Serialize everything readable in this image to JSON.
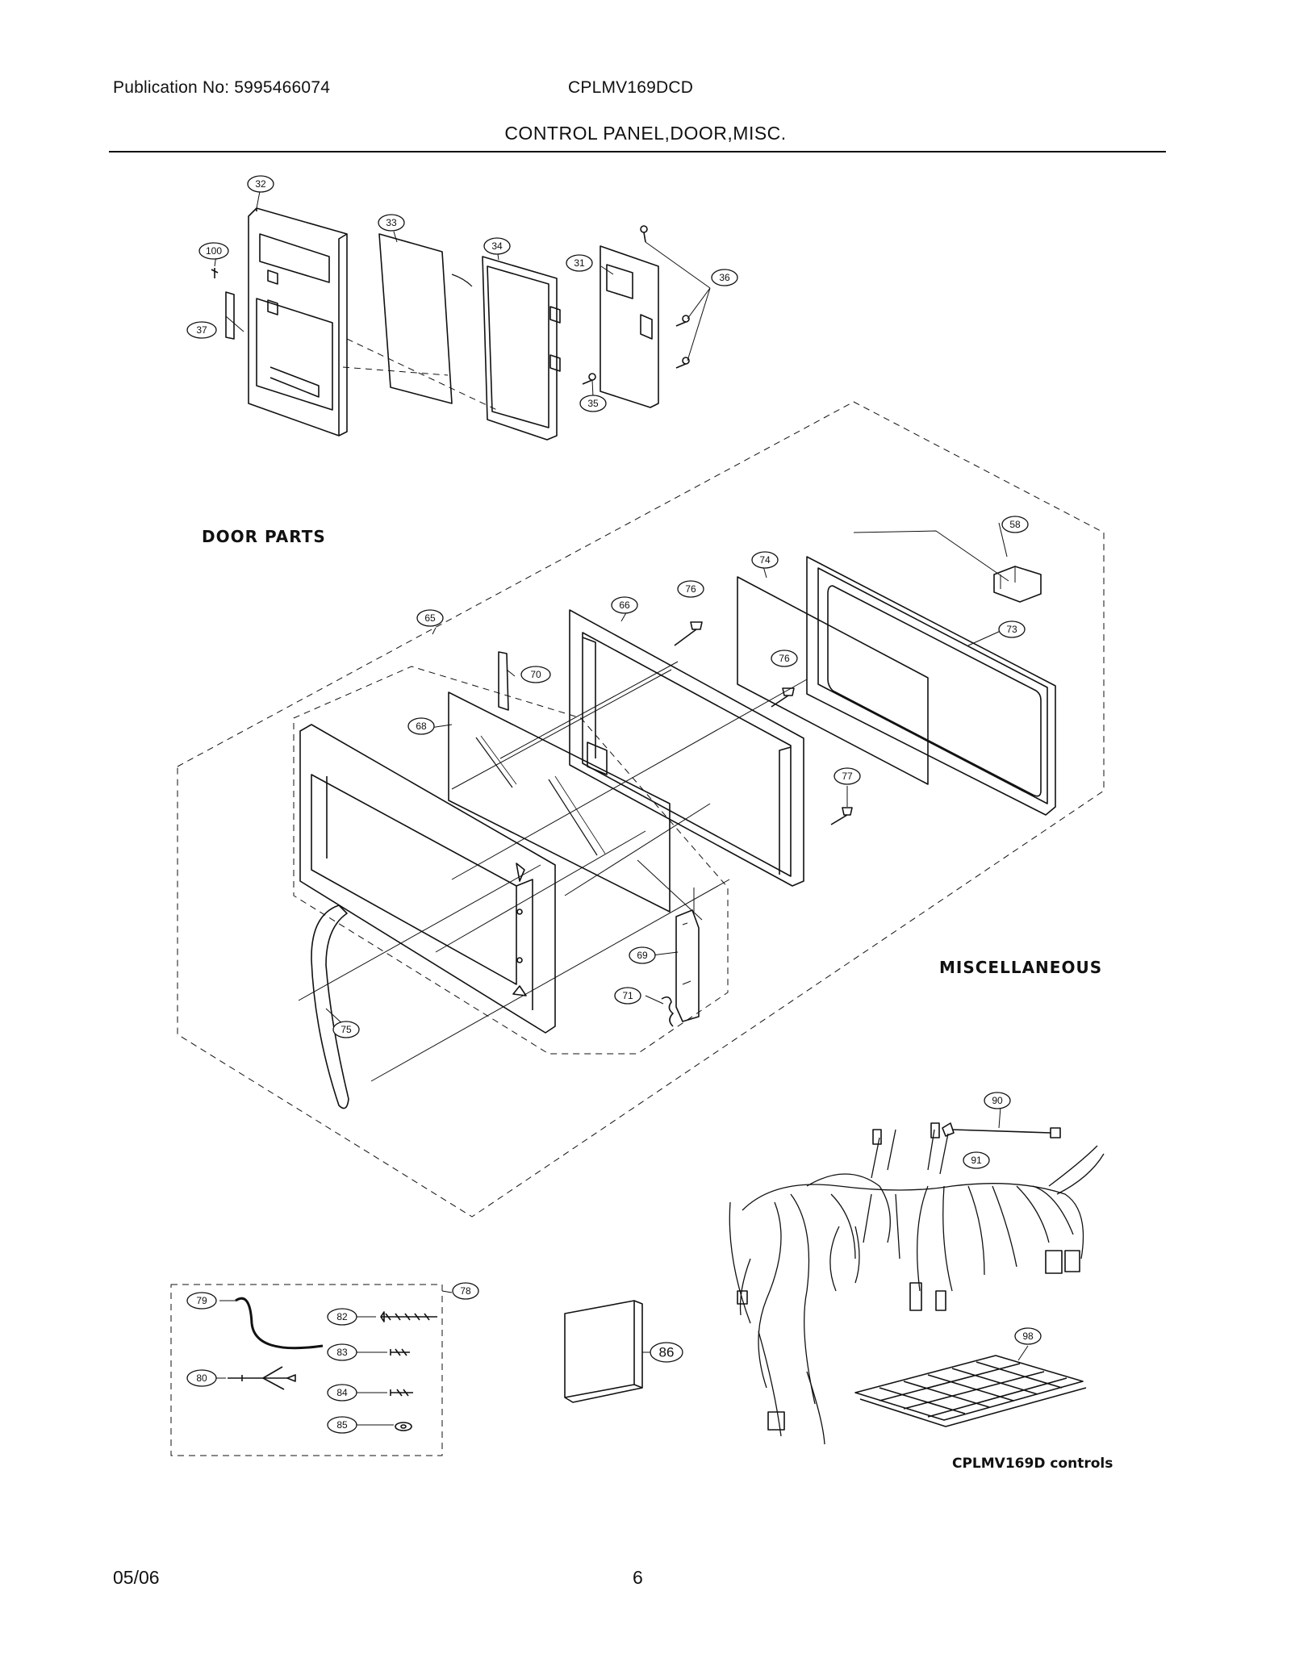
{
  "header": {
    "publication": "Publication No: 5995466074",
    "model": "CPLMV169DCD",
    "title": "CONTROL PANEL,DOOR,MISC."
  },
  "footer": {
    "date": "05/06",
    "page": "6"
  },
  "sections": {
    "door_parts": "DOOR  PARTS",
    "miscellaneous": "MISCELLANEOUS",
    "caption": "CPLMV169D controls"
  },
  "callouts": {
    "c32": "32",
    "c100": "100",
    "c37": "37",
    "c33": "33",
    "c34": "34",
    "c31": "31",
    "c36": "36",
    "c35": "35",
    "c58": "58",
    "c74": "74",
    "c76a": "76",
    "c66": "66",
    "c65": "65",
    "c73": "73",
    "c70": "70",
    "c76b": "76",
    "c68": "68",
    "c77": "77",
    "c69": "69",
    "c71": "71",
    "c75": "75",
    "c90": "90",
    "c91": "91",
    "c78": "78",
    "c79": "79",
    "c82": "82",
    "c83": "83",
    "c80": "80",
    "c84": "84",
    "c85": "85",
    "c86": "86",
    "c98": "98"
  }
}
